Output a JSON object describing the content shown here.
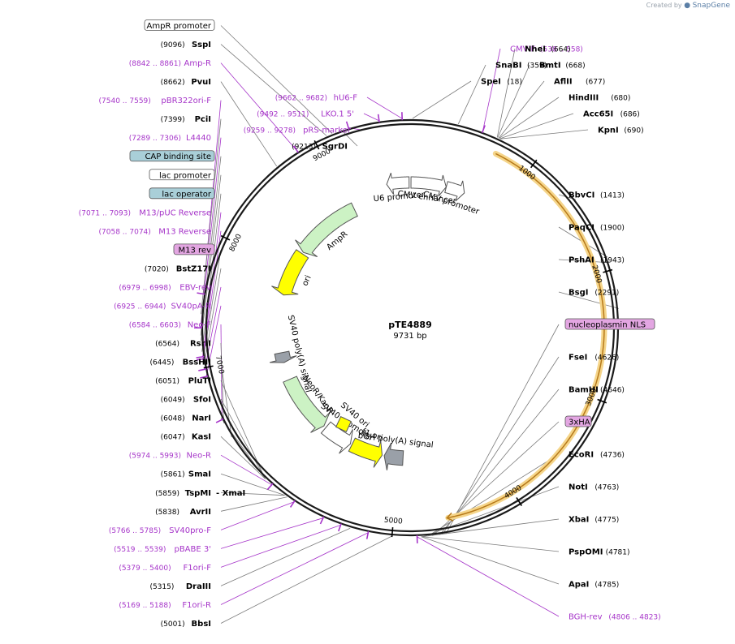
{
  "branding": {
    "created_by": "Created by",
    "app": "SnapGene"
  },
  "plasmid": {
    "name": "pTE4889",
    "size": "9731 bp"
  },
  "colors": {
    "primer": "#a635c9",
    "site": "#000000",
    "backbone": "#1a1a1a",
    "feature_line": "#6b6b6b"
  },
  "ticks": [
    {
      "label": "1000",
      "bp": 1000
    },
    {
      "label": "2000",
      "bp": 2000
    },
    {
      "label": "3000",
      "bp": 3000
    },
    {
      "label": "4000",
      "bp": 4000
    },
    {
      "label": "5000",
      "bp": 5000
    },
    {
      "label": "7000",
      "bp": 7000
    },
    {
      "label": "8000",
      "bp": 8000
    },
    {
      "label": "9000",
      "bp": 9000
    }
  ],
  "labels": [
    {
      "id": "hu6f",
      "kind": "primer",
      "range": "(9662 .. 9682)",
      "name": "hU6-F",
      "bp": 9672
    },
    {
      "id": "lko1",
      "kind": "primer",
      "range": "(9492 .. 9511)",
      "name": "LKO.1 5'",
      "bp": 9501
    },
    {
      "id": "prs",
      "kind": "primer",
      "range": "(9259 .. 9278)",
      "name": "pRS-marker",
      "bp": 9268
    },
    {
      "id": "sgrdi",
      "kind": "site",
      "pos": "(9213)",
      "name": "SgrDI",
      "bp": 9213
    },
    {
      "id": "amprprom",
      "kind": "box",
      "name": "AmpR promoter",
      "fill": "#ffffff",
      "bp": 9140
    },
    {
      "id": "sspi",
      "kind": "site",
      "pos": "(9096)",
      "name": "SspI",
      "bp": 9096
    },
    {
      "id": "ampr_p",
      "kind": "primer",
      "range": "(8842 .. 8861)",
      "name": "Amp-R",
      "bp": 8851
    },
    {
      "id": "pvui",
      "kind": "site",
      "pos": "(8662)",
      "name": "PvuI",
      "bp": 8662
    },
    {
      "id": "pbr322",
      "kind": "primer",
      "range": "(7540 .. 7559)",
      "name": "pBR322ori-F",
      "bp": 7549
    },
    {
      "id": "pcii",
      "kind": "site",
      "pos": "(7399)",
      "name": "PciI",
      "bp": 7399
    },
    {
      "id": "l4440",
      "kind": "primer",
      "range": "(7289 .. 7306)",
      "name": "L4440",
      "bp": 7297
    },
    {
      "id": "cap",
      "kind": "box",
      "name": "CAP binding site",
      "fill": "#a9cfd8",
      "bp": 7240
    },
    {
      "id": "lacprom",
      "kind": "box",
      "name": "lac promoter",
      "fill": "#ffffff",
      "bp": 7200
    },
    {
      "id": "m13puc",
      "kind": "primer",
      "range": "(7071 .. 7093)",
      "name": "M13/pUC Reverse",
      "bp": 7082
    },
    {
      "id": "lacop",
      "kind": "box",
      "name": "lac operator",
      "fill": "#a9cfd8",
      "bp": 7120
    },
    {
      "id": "m13rev",
      "kind": "primer",
      "range": "(7058 .. 7074)",
      "name": "M13 Reverse",
      "bp": 7066
    },
    {
      "id": "m13revbox",
      "kind": "box",
      "name": "M13 rev",
      "fill": "#e3a6e2",
      "bp": 7058
    },
    {
      "id": "bstz17i",
      "kind": "site",
      "pos": "(7020)",
      "name": "BstZ17I",
      "bp": 7020
    },
    {
      "id": "ebv",
      "kind": "primer",
      "range": "(6979 .. 6998)",
      "name": "EBV-rev",
      "bp": 6988
    },
    {
      "id": "sv40pa",
      "kind": "primer",
      "range": "(6925 .. 6944)",
      "name": "SV40pA-R",
      "bp": 6934
    },
    {
      "id": "neof",
      "kind": "primer",
      "range": "(6584 .. 6603)",
      "name": "Neo-F",
      "bp": 6593
    },
    {
      "id": "rsrii",
      "kind": "site",
      "pos": "(6564)",
      "name": "RsrII",
      "bp": 6564
    },
    {
      "id": "bsshii",
      "kind": "site",
      "pos": "(6445)",
      "name": "BssHII",
      "bp": 6445
    },
    {
      "id": "pluti",
      "kind": "site",
      "pos": "(6051)",
      "name": "PluTI",
      "bp": 6051
    },
    {
      "id": "sfoi",
      "kind": "site",
      "pos": "(6049)",
      "name": "SfoI",
      "bp": 6049
    },
    {
      "id": "nari",
      "kind": "site",
      "pos": "(6048)",
      "name": "NarI",
      "bp": 6048
    },
    {
      "id": "kasi",
      "kind": "site",
      "pos": "(6047)",
      "name": "KasI",
      "bp": 6047
    },
    {
      "id": "neor",
      "kind": "primer",
      "range": "(5974 .. 5993)",
      "name": "Neo-R",
      "bp": 5983
    },
    {
      "id": "smai",
      "kind": "site",
      "pos": "(5861)",
      "name": "SmaI",
      "bp": 5861
    },
    {
      "id": "tspmi",
      "kind": "site",
      "pos": "(5859)",
      "name": "TspMI",
      "extra": "- XmaI",
      "bp": 5859
    },
    {
      "id": "avrii",
      "kind": "site",
      "pos": "(5838)",
      "name": "AvrII",
      "bp": 5838
    },
    {
      "id": "sv40prof",
      "kind": "primer",
      "range": "(5766 .. 5785)",
      "name": "SV40pro-F",
      "bp": 5775
    },
    {
      "id": "pbabe3",
      "kind": "primer",
      "range": "(5519 .. 5539)",
      "name": "pBABE 3'",
      "bp": 5529
    },
    {
      "id": "f1orif",
      "kind": "primer",
      "range": "(5379 .. 5400)",
      "name": "F1ori-F",
      "bp": 5389
    },
    {
      "id": "draiii",
      "kind": "site",
      "pos": "(5315)",
      "name": "DraIII",
      "bp": 5315
    },
    {
      "id": "f1orir",
      "kind": "primer",
      "range": "(5169 .. 5188)",
      "name": "F1ori-R",
      "bp": 5178
    },
    {
      "id": "bbsi",
      "kind": "site",
      "pos": "(5001)",
      "name": "BbsI",
      "bp": 5001
    },
    {
      "id": "bghrev",
      "kind": "primer",
      "range": "(4806 .. 4823)",
      "name": "BGH-rev",
      "bp": 4814
    },
    {
      "id": "apai",
      "kind": "site",
      "name": "ApaI",
      "pos": "(4785)",
      "bp": 4785
    },
    {
      "id": "pspomi",
      "kind": "site",
      "name": "PspOMI",
      "pos": "(4781)",
      "bp": 4781
    },
    {
      "id": "xbai",
      "kind": "site",
      "name": "XbaI",
      "pos": "(4775)",
      "bp": 4775
    },
    {
      "id": "noti",
      "kind": "site",
      "name": "NotI",
      "pos": "(4763)",
      "bp": 4763
    },
    {
      "id": "ecori",
      "kind": "site",
      "name": "EcoRI",
      "pos": "(4736)",
      "bp": 4736
    },
    {
      "id": "3xha",
      "kind": "box",
      "name": "3xHA",
      "fill": "#e3a6e2",
      "bp": 4700
    },
    {
      "id": "bamhi",
      "kind": "site",
      "name": "BamHI",
      "pos": "(4646)",
      "bp": 4646
    },
    {
      "id": "fsei",
      "kind": "site",
      "name": "FseI",
      "pos": "(4626)",
      "bp": 4626
    },
    {
      "id": "nls",
      "kind": "box",
      "name": "nucleoplasmin NLS",
      "fill": "#e3a6e2",
      "bp": 4600
    },
    {
      "id": "bsgi",
      "kind": "site",
      "name": "BsgI",
      "pos": "(2291)",
      "bp": 2291
    },
    {
      "id": "pshai",
      "kind": "site",
      "name": "PshAI",
      "pos": "(1943)",
      "bp": 1943
    },
    {
      "id": "paqci",
      "kind": "site",
      "name": "PaqCI",
      "pos": "(1900)",
      "bp": 1900
    },
    {
      "id": "bbvci",
      "kind": "site",
      "name": "BbvCI",
      "pos": "(1413)",
      "bp": 1413
    },
    {
      "id": "kpni",
      "kind": "site",
      "name": "KpnI",
      "pos": "(690)",
      "bp": 690
    },
    {
      "id": "acc65i",
      "kind": "site",
      "name": "Acc65I",
      "pos": "(686)",
      "bp": 686
    },
    {
      "id": "hindiii",
      "kind": "site",
      "name": "HindIII",
      "pos": "(680)",
      "bp": 680
    },
    {
      "id": "aflii",
      "kind": "site",
      "name": "AflII",
      "pos": "(677)",
      "bp": 677
    },
    {
      "id": "bmti",
      "kind": "site",
      "name": "BmtI",
      "pos": "(668)",
      "bp": 668
    },
    {
      "id": "nhei",
      "kind": "site",
      "name": "NheI",
      "pos": "(664)",
      "bp": 664
    },
    {
      "id": "cmvf",
      "kind": "primer",
      "name": "CMV-F",
      "range": "(538 .. 558)",
      "bp": 548
    },
    {
      "id": "snabi",
      "kind": "site",
      "name": "SnaBI",
      "pos": "(359)",
      "bp": 359
    },
    {
      "id": "spei",
      "kind": "site",
      "name": "SpeI",
      "pos": "(18)",
      "bp": 18
    }
  ],
  "features": [
    {
      "id": "cds",
      "label": "",
      "start": 707,
      "end": 4560,
      "dir": 1,
      "fill": "#f5d58a",
      "ring": "outer"
    },
    {
      "id": "cmv-enh",
      "label": "CMV enhancer",
      "start": 9,
      "end": 388,
      "dir": 1,
      "fill": "#ffffff",
      "ring": "inner"
    },
    {
      "id": "cmv-prom",
      "label": "CMV promoter",
      "start": 389,
      "end": 592,
      "dir": 1,
      "fill": "#ffffff",
      "ring": "inner"
    },
    {
      "id": "u6",
      "label": "U6 promoter",
      "start": 9480,
      "end": 9720,
      "dir": -1,
      "fill": "#ffffff",
      "ring": "inner"
    },
    {
      "id": "ampr",
      "label": "AmpR",
      "start": 8250,
      "end": 9050,
      "dir": -1,
      "fill": "#ccf2c4",
      "ring": "inner2"
    },
    {
      "id": "ori",
      "label": "ori",
      "start": 7690,
      "end": 8230,
      "dir": -1,
      "fill": "#ffff00",
      "ring": "inner2"
    },
    {
      "id": "sv40pa",
      "label": "SV40 poly(A) signal",
      "start": 6880,
      "end": 7000,
      "dir": -1,
      "fill": "#9aa0a8",
      "ring": "inner2"
    },
    {
      "id": "neor",
      "label": "NeoR/KanR",
      "start": 5980,
      "end": 6670,
      "dir": -1,
      "fill": "#ccf2c4",
      "ring": "inner2"
    },
    {
      "id": "sv40prom",
      "label": "SV40 promoter",
      "start": 5600,
      "end": 5950,
      "dir": -1,
      "fill": "#ffffff",
      "ring": "inner2"
    },
    {
      "id": "f1ori",
      "label": "f1 ori",
      "start": 5200,
      "end": 5580,
      "dir": -1,
      "fill": "#ffff00",
      "ring": "inner2"
    },
    {
      "id": "bgh",
      "label": "bGH poly(A) signal",
      "start": 4950,
      "end": 5175,
      "dir": 1,
      "fill": "#9aa0a8",
      "ring": "inner2"
    }
  ],
  "sv40_ori_label": "SV40 ori"
}
